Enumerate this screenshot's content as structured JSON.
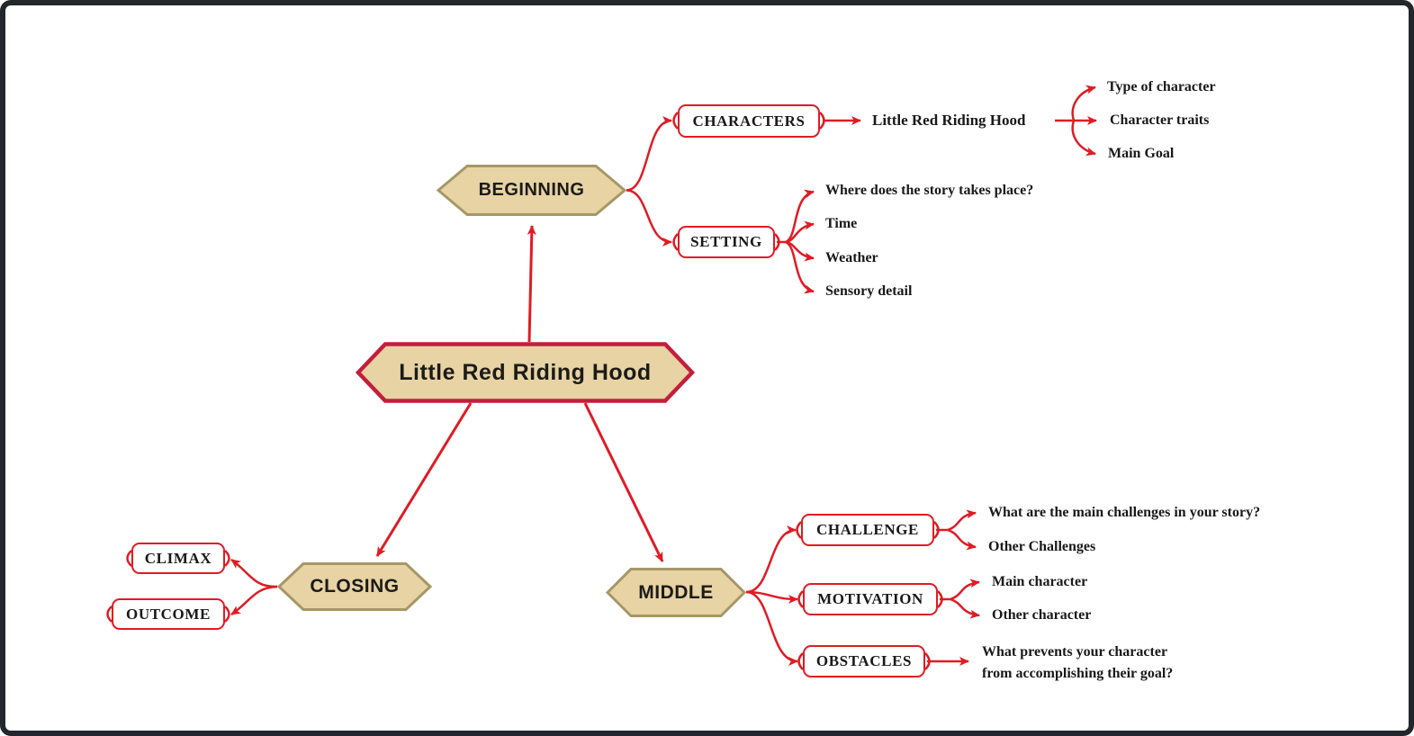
{
  "colors": {
    "red": "#e01b24",
    "crimson": "#c21f3c",
    "node_fill": "#e7d3a4",
    "node_border": "#a69767",
    "text": "#191919",
    "frame": "#23262b"
  },
  "central": {
    "label": "Little Red Riding Hood"
  },
  "beginning": {
    "label": "BEGINNING",
    "characters": {
      "label": "CHARACTERS",
      "value": "Little Red Riding Hood",
      "children": [
        "Type of character",
        "Character traits",
        "Main Goal"
      ]
    },
    "setting": {
      "label": "SETTING",
      "children": [
        "Where does the story takes place?",
        "Time",
        "Weather",
        "Sensory detail"
      ]
    }
  },
  "middle": {
    "label": "MIDDLE",
    "challenge": {
      "label": "CHALLENGE",
      "children": [
        "What are the main challenges in your story?",
        "Other Challenges"
      ]
    },
    "motivation": {
      "label": "MOTIVATION",
      "children": [
        "Main character",
        "Other character"
      ]
    },
    "obstacles": {
      "label": "OBSTACLES",
      "children": [
        "What prevents your character\nfrom accomplishing their goal?"
      ]
    }
  },
  "closing": {
    "label": "CLOSING",
    "children": [
      "CLIMAX",
      "OUTCOME"
    ]
  }
}
